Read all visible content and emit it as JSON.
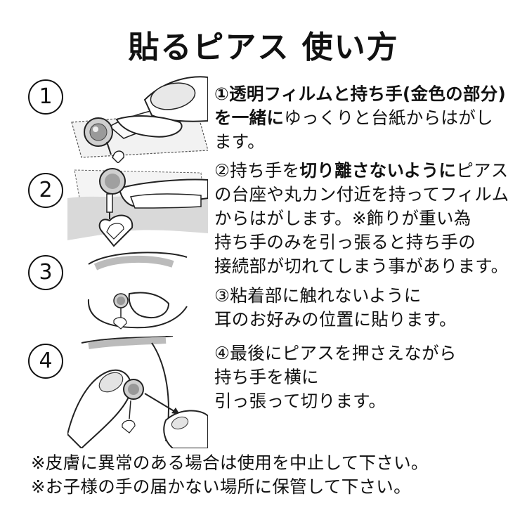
{
  "title": "貼るピアス 使い方",
  "steps": [
    {
      "number": "1",
      "lines": [
        [
          {
            "t": "①透明フィルムと持ち手(金色の部分)",
            "b": true
          }
        ],
        [
          {
            "t": "を一緒に",
            "b": true
          },
          {
            "t": "ゆっくりと台紙からはがし",
            "b": false
          }
        ],
        [
          {
            "t": "ます。",
            "b": false
          }
        ]
      ]
    },
    {
      "number": "2",
      "lines": [
        [
          {
            "t": "②持ち手を",
            "b": false
          },
          {
            "t": "切り離さないように",
            "b": true
          },
          {
            "t": "ピアス",
            "b": false
          }
        ],
        [
          {
            "t": "の台座や丸カン付近を持ってフィルム",
            "b": false
          }
        ],
        [
          {
            "t": "からはがします。※飾りが重い為",
            "b": false
          }
        ],
        [
          {
            "t": "持ち手のみを引っ張ると持ち手の",
            "b": false
          }
        ],
        [
          {
            "t": "接続部が切れてしまう事があります。",
            "b": false
          }
        ]
      ]
    },
    {
      "number": "3",
      "lines": [
        [
          {
            "t": "③粘着部に触れないように",
            "b": false
          }
        ],
        [
          {
            "t": "耳のお好みの位置に貼ります。",
            "b": false
          }
        ]
      ]
    },
    {
      "number": "4",
      "lines": [
        [
          {
            "t": "④最後にピアスを押さえながら",
            "b": false
          }
        ],
        [
          {
            "t": "持ち手を横に",
            "b": false
          }
        ],
        [
          {
            "t": "引っ張って切ります。",
            "b": false
          }
        ]
      ]
    }
  ],
  "notes": [
    "※皮膚に異常のある場合は使用を中止して下さい。",
    "※お子様の手の届かない場所に保管して下さい。"
  ]
}
